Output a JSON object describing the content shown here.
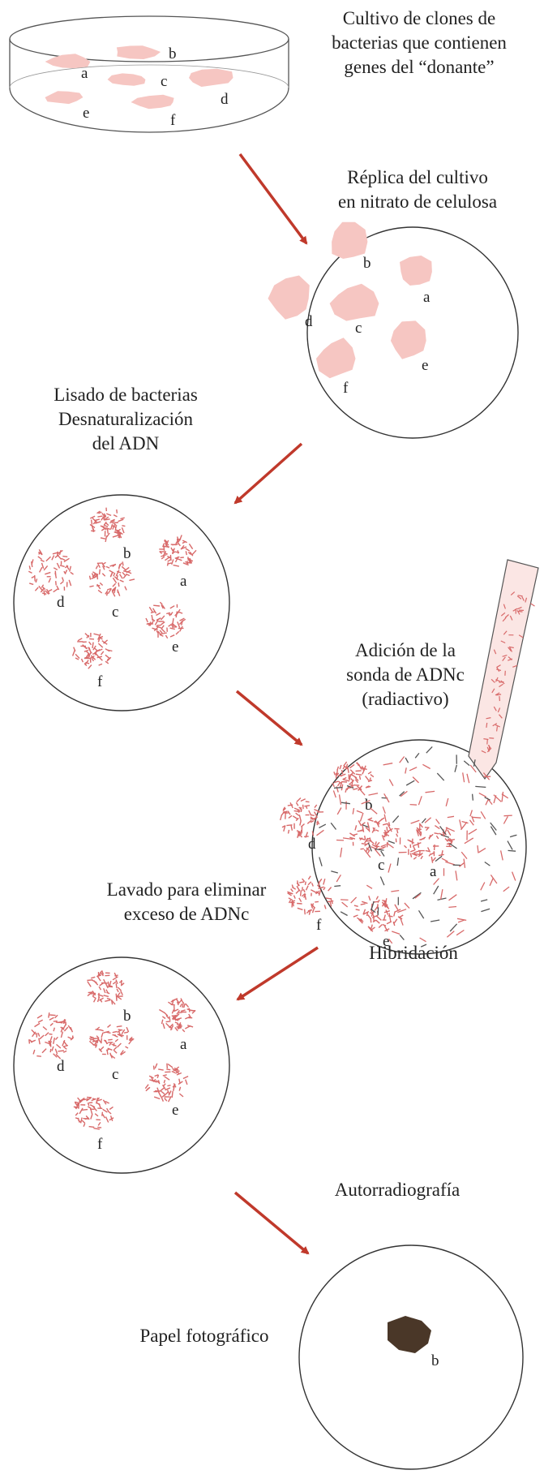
{
  "labels": {
    "cultivo": [
      "Cultivo de clones de",
      "bacterias que contienen",
      "genes del “donante”"
    ],
    "replica": [
      "Réplica del cultivo",
      "en nitrato de celulosa"
    ],
    "lisado": [
      "Lisado de bacterias",
      "Desnaturalización",
      "del ADN"
    ],
    "adicion": [
      "Adición de la",
      "sonda de ADNc",
      "(radiactivo)"
    ],
    "lavado": [
      "Lavado para eliminar",
      "exceso de ADNc"
    ],
    "hibridacion": "Hibridación",
    "autorradiografia": "Autorradiografía",
    "papel": "Papel fotográfico"
  },
  "colony_letters": [
    "a",
    "b",
    "c",
    "d",
    "e",
    "f"
  ],
  "positive_colony": "b",
  "colors": {
    "colony_fill": "#f6c6c2",
    "dna_strand": "#d86a6a",
    "arrow": "#c0392b",
    "signal_spot": "#4a3728",
    "outline": "#333333"
  }
}
